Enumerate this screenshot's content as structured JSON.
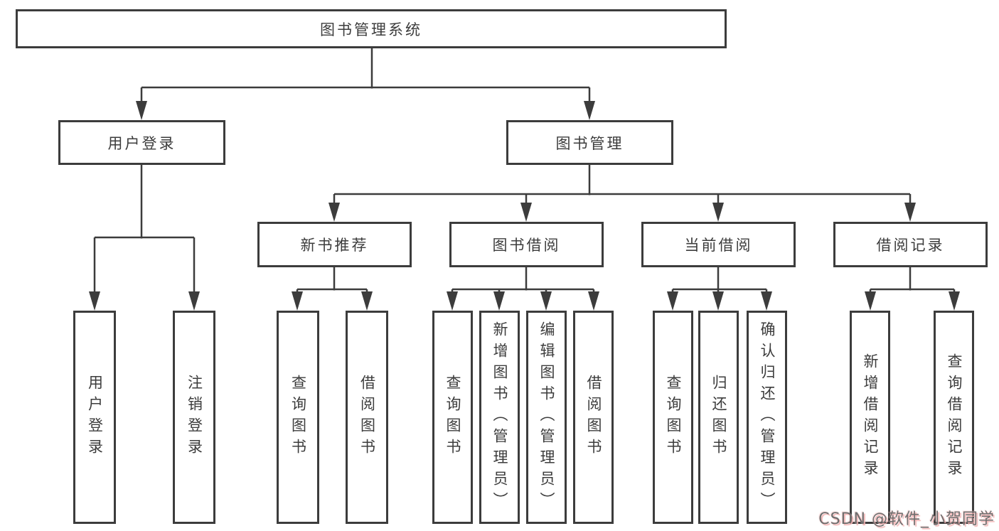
{
  "diagram": {
    "type": "tree",
    "title": "图书管理系统"
  },
  "nodes": {
    "root": "图书管理系统",
    "user_login": "用户登录",
    "book_management": "图书管理",
    "new_book_recommend": "新书推荐",
    "book_borrowing": "图书借阅",
    "current_borrowing": "当前借阅",
    "borrowing_records": "借阅记录",
    "leaf_user_login": "用户登录",
    "leaf_logout": "注销登录",
    "rec_query_books": "查询图书",
    "rec_borrow_books": "借阅图书",
    "bb_query_books": "查询图书",
    "bb_add_books": "新增图书（管理员）",
    "bb_edit_books": "编辑图书（管理员）",
    "bb_borrow_books": "借阅图书",
    "cb_query_books": "查询图书",
    "cb_return_books": "归还图书",
    "cb_confirm_return": "确认归还（管理员）",
    "br_add_record": "新增借阅记录",
    "br_query_record": "查询借阅记录"
  },
  "hierarchy": {
    "label": "图书管理系统",
    "children": [
      {
        "label": "用户登录",
        "children": [
          {
            "label": "用户登录"
          },
          {
            "label": "注销登录"
          }
        ]
      },
      {
        "label": "图书管理",
        "children": [
          {
            "label": "新书推荐",
            "children": [
              {
                "label": "查询图书"
              },
              {
                "label": "借阅图书"
              }
            ]
          },
          {
            "label": "图书借阅",
            "children": [
              {
                "label": "查询图书"
              },
              {
                "label": "新增图书（管理员）"
              },
              {
                "label": "编辑图书（管理员）"
              },
              {
                "label": "借阅图书"
              }
            ]
          },
          {
            "label": "当前借阅",
            "children": [
              {
                "label": "查询图书"
              },
              {
                "label": "归还图书"
              },
              {
                "label": "确认归还（管理员）"
              }
            ]
          },
          {
            "label": "借阅记录",
            "children": [
              {
                "label": "新增借阅记录"
              },
              {
                "label": "查询借阅记录"
              }
            ]
          }
        ]
      }
    ]
  },
  "colors": {
    "ink": "#3c3c3c",
    "watermark_text": "#6e6e6e",
    "watermark_glow": "#f2b4b4",
    "background": "#ffffff"
  },
  "watermark": {
    "text": "CSDN @软件_小贺同学"
  }
}
